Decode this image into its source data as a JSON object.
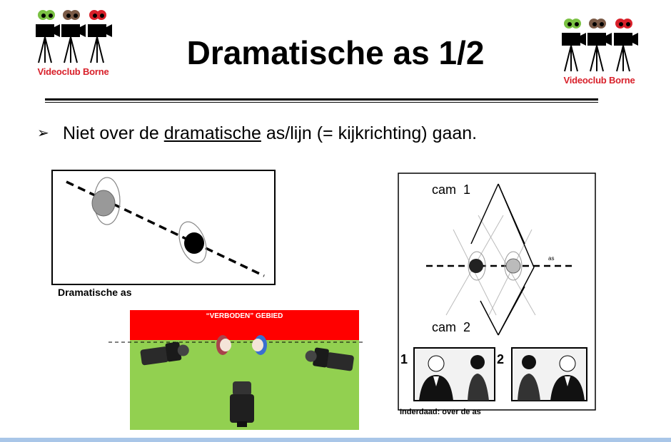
{
  "header": {
    "title": "Dramatische as 1/2",
    "logo_left_text": "Videoclub Borne",
    "logo_right_text": "Videoclub Borne"
  },
  "bullet": {
    "icon": "arrow-bullet-icon",
    "before": "Niet over de ",
    "underlined": "dramatische",
    "after": " as/lijn (= kijkrichting) gaan."
  },
  "figure1": {
    "caption": "Dramatische as"
  },
  "figure2": {
    "banner": "“VERBODEN” GEBIED"
  },
  "figure3": {
    "cam1": "cam  1",
    "cam2": "cam  2",
    "axis_label": "as",
    "panel1_num": "1",
    "panel2_num": "2",
    "caption": "Inderdaad: over de as"
  },
  "colors": {
    "logo_red": "#d8202a",
    "forbidden_red": "#ff0000",
    "grass_green": "#92d050",
    "bottom_bar": "#a9c6e8"
  }
}
